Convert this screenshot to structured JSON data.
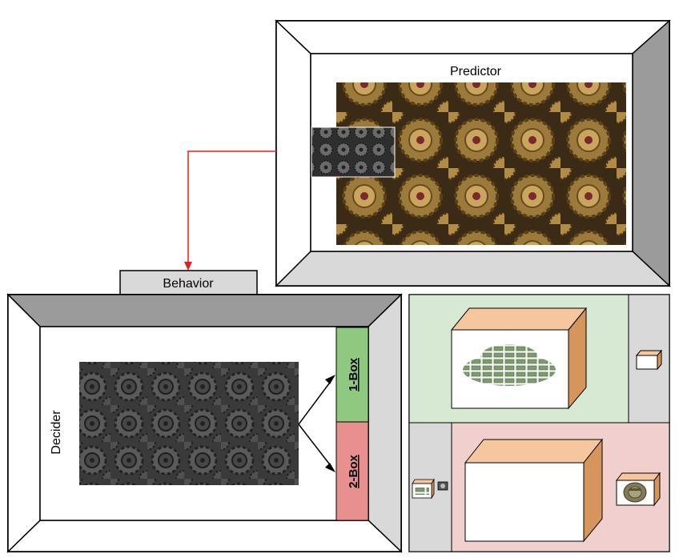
{
  "predictor": {
    "label": "Predictor"
  },
  "behavior": {
    "label": "Behavior"
  },
  "decider": {
    "label": "Decider"
  },
  "choices": {
    "one_box": "1-Box",
    "two_box": "2-Box"
  },
  "colors": {
    "frame_dark": "#9b9b9b",
    "frame_light": "#d9d9d9",
    "one_box_green": "#8fc87f",
    "two_box_red": "#e8908f",
    "panel_green": "#d7e8d3",
    "panel_red": "#f2cfcf",
    "box_top": "#f6c79e",
    "box_side": "#d5955b",
    "arrow_red": "#ee1c1c"
  },
  "icons": [
    "gears-image",
    "clockwork-image",
    "money-pile-image",
    "money-roll-image"
  ]
}
